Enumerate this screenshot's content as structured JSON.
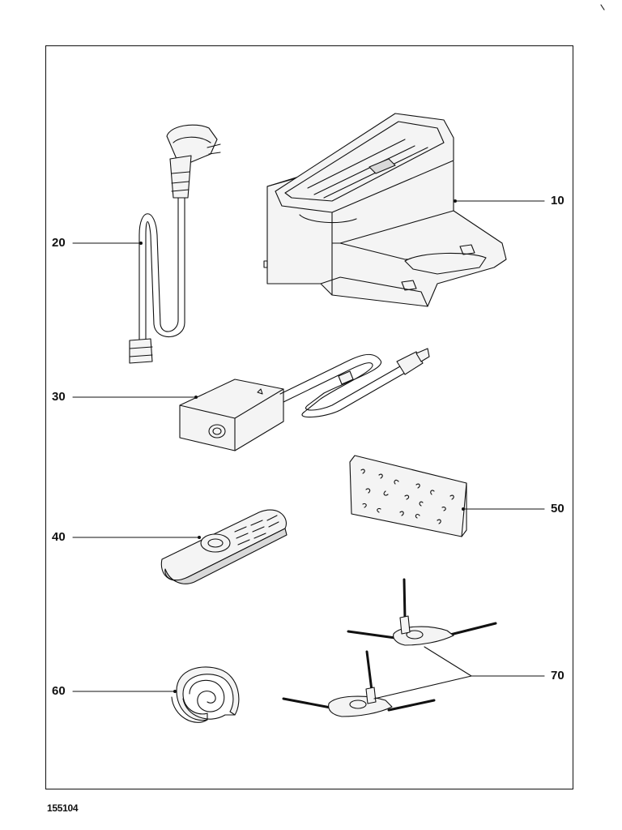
{
  "callouts": {
    "c10": "10",
    "c20": "20",
    "c30": "30",
    "c40": "40",
    "c50": "50",
    "c60": "60",
    "c70": "70"
  },
  "document_code": "155104",
  "colors": {
    "line": "#111111",
    "fill": "#f4f4f4",
    "shade": "#d9d9d9"
  }
}
